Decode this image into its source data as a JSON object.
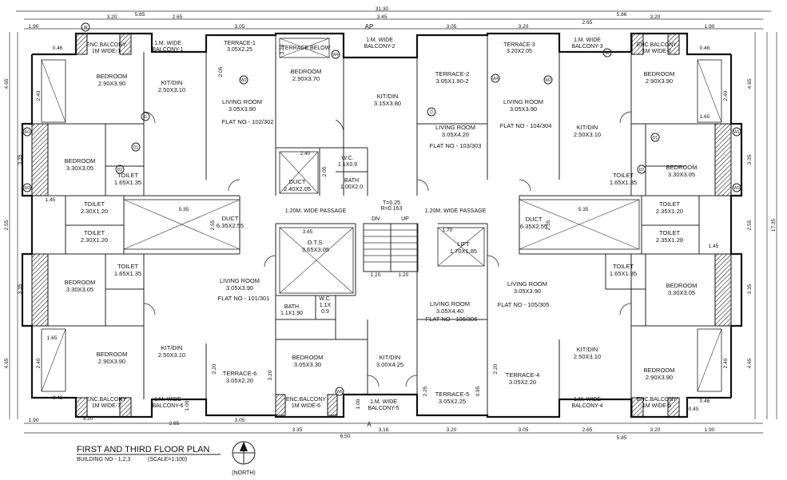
{
  "title": "FIRST AND THIRD FLOOR PLAN",
  "subtitle": "BUILDING NO - 1,2,3",
  "scale": "(SCALE=1:100)",
  "north": "(NORTH)",
  "section_a_top": "AP",
  "section_a_bottom": "A",
  "flats": {
    "f102": "FLAT NO - 102/302",
    "f103": "FLAT NO - 103/303",
    "f104": "FLAT NO - 104/304",
    "f101": "FLAT NO - 101/301",
    "f106": "FLAT NO - 106/306",
    "f105": "FLAT NO - 105/305"
  },
  "labels": {
    "enc_balc_tl_a": "ENC.BALCONY",
    "enc_balc_tl_b": "1M WIDE-1",
    "mwide_balc1_a": "1.M. WIDE",
    "mwide_balc1_b": "BALCONY-1",
    "terr1_a": "TERRACE-1",
    "terr1_b": "3.05X2.25",
    "terr_below": "TERRACE BELOW",
    "mwide_balc2_a": "1.M. WIDE",
    "mwide_balc2_b": "BALCONY-2",
    "terr3_a": "TERRACE-3",
    "terr3_b": "3.20X2.05",
    "mwide_balc3_a": "1.M. WIDE",
    "mwide_balc3_b": "BALCONY-3",
    "enc_balc_tr_a": "ENC.BALCONY",
    "enc_balc_tr_b": "1M WIDE-2",
    "bed_tl_a": "BEDROOM",
    "bed_tl_b": "2.90X3.90",
    "kit1_a": "KIT/DIN",
    "kit1_b": "2.50X3.10",
    "liv1_a": "LIVING ROOM",
    "liv1_b": "3.05X3.90",
    "bed_c_a": "BEDROOM",
    "bed_c_b": "2.90X3.70",
    "kit2_a": "KIT/DIN",
    "kit2_b": "3.15X3.80",
    "terr2_a": "TERRACE-2",
    "terr2_b": "3.05X1.90-2",
    "liv3_a": "LIVING ROOM",
    "liv3_b": "3.05X3.90",
    "kit3_a": "KIT/DIN",
    "kit3_b": "2.50X3.10",
    "bed_tr_a": "BEDROOM",
    "bed_tr_b": "2.90X3.90",
    "liv2_a": "LIVING ROOM",
    "liv2_b": "3.05X4.20",
    "bed2_a": "BEDROOM",
    "bed2_b": "3.30X3.05",
    "toilet_a": "TOILET",
    "toilet_b": "1.65X1.35",
    "duct1_a": "DUCT",
    "duct1_b": "2.40X2.05",
    "wc1_a": "W.C.",
    "wc1_b": "1.1X0.9",
    "bath1_a": "BATH",
    "bath1_b": "1.00X2.0",
    "toilet_r_a": "TOILET",
    "toilet_r_b": "1.65X1.35",
    "bed_r_a": "BEDROOM",
    "bed_r_b": "3.30X3.05",
    "toilet_ml1_a": "TOILET",
    "toilet_ml1_b": "2.30X1.20",
    "toilet_ml2_a": "TOILET",
    "toilet_ml2_b": "2.30X1.20",
    "duct_ml_a": "DUCT",
    "duct_ml_b": "6.35X2.55",
    "passage_l": "1.20M. WIDE PASSAGE",
    "tread": "T=0.25",
    "riser": "R=0.163",
    "dn": "DN",
    "up": "UP",
    "passage_r": "1.20M. WIDE PASSAGE",
    "duct_mr_a": "DUCT",
    "duct_mr_b": "6.35X2.55",
    "toilet_mr1_a": "TOILET",
    "toilet_mr1_b": "2.35X1.20",
    "toilet_mr2_a": "TOILET",
    "toilet_mr2_b": "2.35X1.20",
    "ots_a": "O.T.S.",
    "ots_b": "3.65X3.05",
    "lift_a": "LIFT",
    "lift_b": "1.70X1.85",
    "bed_bl_a": "BEDROOM",
    "bed_bl_b": "3.30X3.05",
    "toilet_bl_a": "TOILET",
    "toilet_bl_b": "1.65X1.35",
    "liv_bl_a": "LIVING ROOM",
    "liv_bl_b": "3.05X3.90",
    "bath2_a": "BATH",
    "bath2_b": "1.1X1.90",
    "wc2_a": "W.C.",
    "wc2_b": "1.1X",
    "wc2_c": "0.9",
    "liv_bc_a": "LIVING ROOM",
    "liv_bc_b": "3.05X4.40",
    "liv_br_a": "LIVING ROOM",
    "liv_br_b": "3.05X3.90",
    "toilet_br_a": "TOILET",
    "toilet_br_b": "1.65X1.35",
    "bed_br2_a": "BEDROOM",
    "bed_br2_b": "3.30X3.05",
    "bed_bl2_a": "BEDROOM",
    "bed_bl2_b": "2.90X3.90",
    "kit_bl_a": "KIT/DIN",
    "kit_bl_b": "2.50X3.10",
    "terr6_a": "TERRACE-6",
    "terr6_b": "3.05X2.20",
    "bed_bc_a": "BEDROOM",
    "bed_bc_b": "3.05X3.30",
    "kit_bc_a": "KIT/DIN",
    "kit_bc_b": "3.00X4.25",
    "terr5_a": "TERRACE-5",
    "terr5_b": "3.05X2.25",
    "terr4_a": "TERRACE-4",
    "terr4_b": "3.05X2.20",
    "kit_br_a": "KIT/DIN",
    "kit_br_b": "2.50X3.10",
    "bed_br_a": "BEDROOM",
    "bed_br_b": "2.90X3.90",
    "enc_balc_bl_a": "ENC.BALCONY",
    "enc_balc_bl_b": "1M WIDE-7",
    "mwide_balc6_a": "1.M. WIDE",
    "mwide_balc6_b": "BALCONY-6",
    "enc_balc_bc_a": "ENC.BALCONY",
    "enc_balc_bc_b": "1M WIDE-6",
    "mwide_balc5_a": "1.M. WIDE",
    "mwide_balc5_b": "BALCONY-5",
    "mwide_balc4_a": "1.M. WIDE",
    "mwide_balc4_b": "BALCONY-4",
    "enc_balc_br_a": "ENC.BALCONY",
    "enc_balc_br_b": "1M WIDE-5"
  },
  "dims": {
    "top_total": "31.30",
    "t320": "3.20",
    "t585": "5.85",
    "t265": "2.65",
    "t305": "3.05",
    "t345": "3.45",
    "t305b": "3.05",
    "t320b": "3.20",
    "t265b": "2.65",
    "t586": "5.86",
    "t320c": "3.20",
    "t190l": "1.90",
    "t190r": "1.90",
    "b190l": "1.90",
    "b320": "3.20",
    "b265": "2.65",
    "b305": "3.05",
    "b335": "3.35",
    "b316": "3.16",
    "b650": "6.50",
    "b320b": "3.20",
    "b305b": "3.05",
    "b265b": "2.65",
    "b320c": "3.20",
    "b586": "5.85",
    "b190r": "1.90",
    "l465": "4.65",
    "l335": "3.35",
    "l255": "2.55",
    "l335b": "3.35",
    "l465b": "4.65",
    "r465": "4.65",
    "r335": "3.35",
    "r255": "2.55",
    "r1735": "17.35",
    "r335b": "3.35",
    "r465b": "4.65",
    "d046": "0.46",
    "d046b": "0.46",
    "d046c": "0.46",
    "d046d": "0.46",
    "d145": "1.45",
    "d145r": "1.45",
    "d120a": "1.20",
    "d120b": "1.20",
    "d170": "1.70",
    "d365": "3.65",
    "d240": "2.40",
    "d240b": "2.40",
    "d240c": "2.40",
    "d240d": "2.40",
    "d240e": "2.40",
    "d205": "2.05",
    "d205b": "2.05",
    "d165": "1.65",
    "d160": "1.60",
    "d220": "2.20",
    "d220b": "2.20",
    "d225": "2.25",
    "d095": "0.95",
    "d320v": "3.20",
    "d320v2": "3.20",
    "d100": "1.00",
    "d100b": "1.00",
    "d255": "2.55",
    "d255b": "2.55",
    "d335": "5.35",
    "d335b": "5.35",
    "d045": "0.45"
  },
  "tags": {
    "w": "W",
    "d": "D",
    "d1": "D1",
    "d2": "D2",
    "w1": "W1",
    "w2": "W2",
    "w3": "W3",
    "w4": "W4",
    "w5": "W5",
    "dd": "D",
    "ww": "W",
    "d11": "D1",
    "d22": "D2",
    "w11": "W1",
    "w22": "W2",
    "w33": "W3",
    "w44": "W4"
  }
}
